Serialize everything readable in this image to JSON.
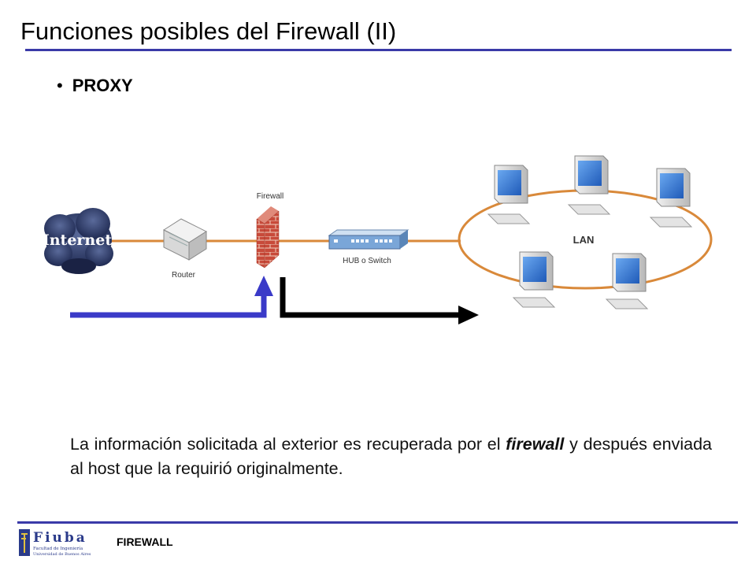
{
  "slide": {
    "title": "Funciones posibles del Firewall (II)",
    "bullet": "PROXY"
  },
  "diagram": {
    "internet_label": "Internet",
    "router_label": "Router",
    "firewall_label": "Firewall",
    "hub_label": "HUB o Switch",
    "lan_label": "LAN",
    "colors": {
      "cable": "#d9893a",
      "request_arrow": "#3a3ac8",
      "response_arrow": "#000000",
      "cloud": "#2a3a6a",
      "monitor_screen": "#3a7ad0",
      "firewall_brick": "#c84a3a"
    }
  },
  "caption": {
    "part1": "La información solicitada al exterior es recuperada por el ",
    "emphasis": "firewall",
    "part2": "  y después enviada al host que la requirió originalmente."
  },
  "footer": {
    "label": "FIREWALL",
    "logo_text": "Fiuba",
    "logo_sub1": "Facultad de Ingeniería",
    "logo_sub2": "Universidad de Buenos Aires"
  }
}
